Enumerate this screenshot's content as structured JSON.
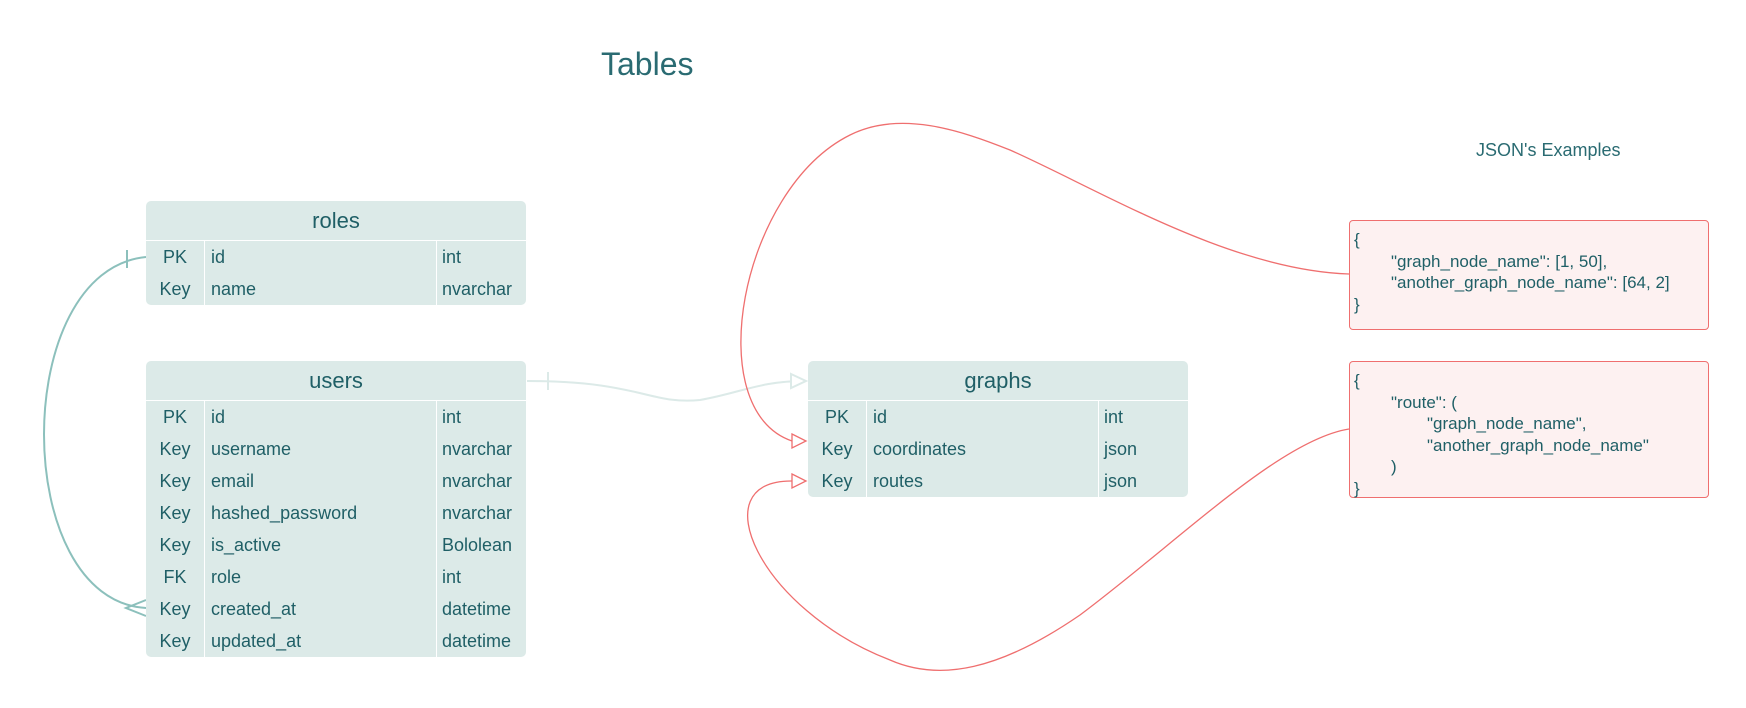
{
  "page_title": "Tables",
  "json_section_title": "JSON's Examples",
  "tables": {
    "roles": {
      "name": "roles",
      "rows": [
        {
          "key": "PK",
          "name": "id",
          "type": "int"
        },
        {
          "key": "Key",
          "name": "name",
          "type": "nvarchar"
        }
      ]
    },
    "users": {
      "name": "users",
      "rows": [
        {
          "key": "PK",
          "name": "id",
          "type": "int"
        },
        {
          "key": "Key",
          "name": "username",
          "type": "nvarchar"
        },
        {
          "key": "Key",
          "name": "email",
          "type": "nvarchar"
        },
        {
          "key": "Key",
          "name": "hashed_password",
          "type": "nvarchar"
        },
        {
          "key": "Key",
          "name": "is_active",
          "type": "Bololean"
        },
        {
          "key": "FK",
          "name": "role",
          "type": "int"
        },
        {
          "key": "Key",
          "name": "created_at",
          "type": "datetime"
        },
        {
          "key": "Key",
          "name": "updated_at",
          "type": "datetime"
        }
      ]
    },
    "graphs": {
      "name": "graphs",
      "rows": [
        {
          "key": "PK",
          "name": "id",
          "type": "int"
        },
        {
          "key": "Key",
          "name": "coordinates",
          "type": "json"
        },
        {
          "key": "Key",
          "name": "routes",
          "type": "json"
        }
      ]
    }
  },
  "json_examples": {
    "coordinates": {
      "lines": [
        "{",
        "\"graph_node_name\": [1, 50],",
        "\"another_graph_node_name\": [64, 2]",
        "}"
      ]
    },
    "routes": {
      "lines": [
        "{",
        "\"route\": (",
        "\"graph_node_name\",",
        "\"another_graph_node_name\"",
        ")",
        "}"
      ]
    }
  },
  "colors": {
    "table_fill": "#dceae8",
    "table_text": "#1f5f66",
    "relation_line": "#8cc0bc",
    "json_link_line": "#ef6f6f",
    "json_box_fill": "#fdf1f1"
  }
}
